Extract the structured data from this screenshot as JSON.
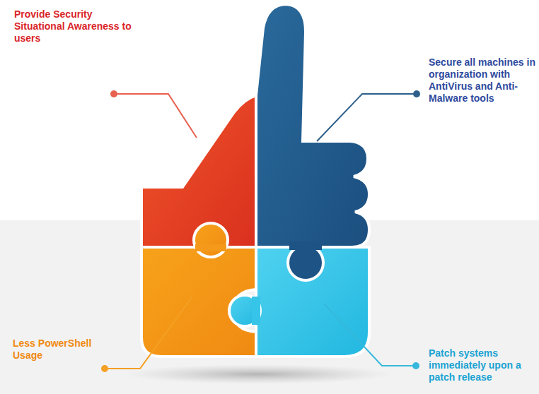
{
  "diagram": {
    "labels": [
      "Provide Security Situational Awareness to users",
      "Secure all machines in organization with AntiVirus and Anti-Malware tools",
      "Less PowerShell Usage",
      "Patch systems immediately upon a patch release"
    ]
  }
}
